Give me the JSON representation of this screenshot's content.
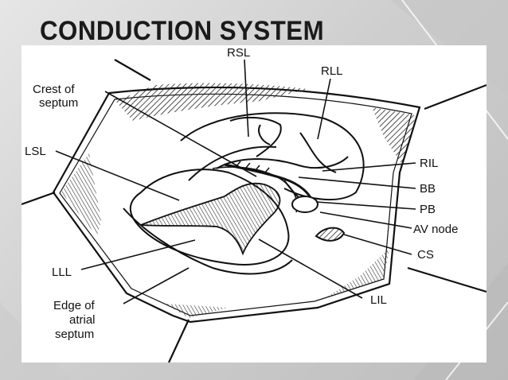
{
  "slide": {
    "title": "CONDUCTION SYSTEM"
  },
  "diagram": {
    "labels": {
      "rsl": "RSL",
      "rll": "RLL",
      "crest_line1": "Crest of",
      "crest_line2": "septum",
      "lsl": "LSL",
      "ril": "RIL",
      "bb": "BB",
      "pb": "PB",
      "av_node": "AV node",
      "cs": "CS",
      "lll": "LLL",
      "lil": "LIL",
      "edge_line1": "Edge of",
      "edge_line2": "atrial",
      "edge_line3": "septum"
    }
  }
}
